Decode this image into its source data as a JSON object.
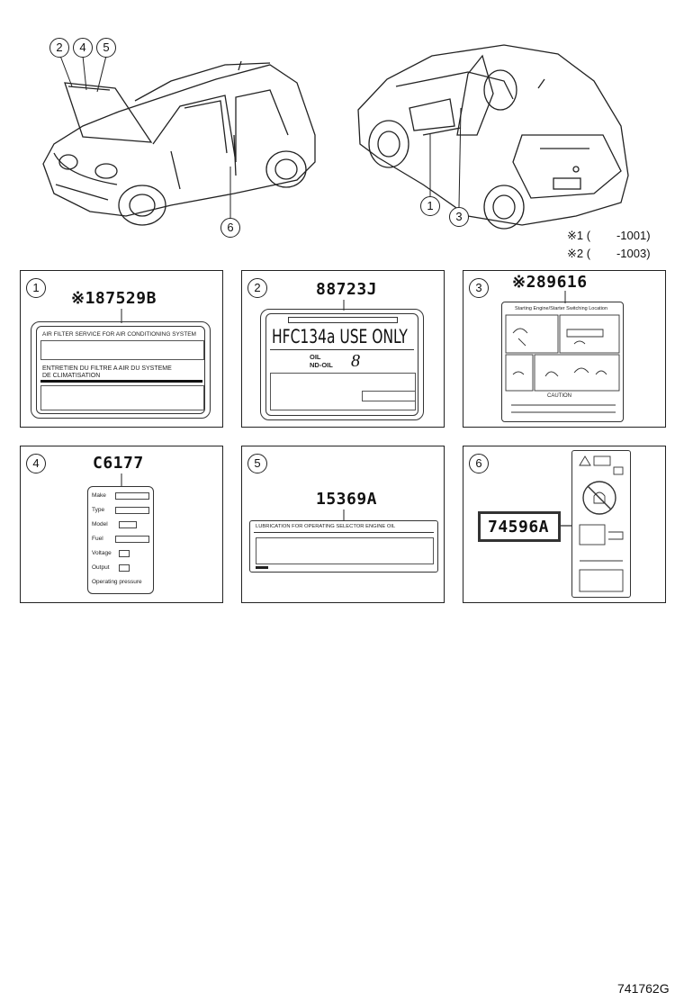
{
  "figure_code": "741762G",
  "notes": [
    {
      "mark": "※1",
      "text": "(        -1001)"
    },
    {
      "mark": "※2",
      "text": "(        -1003)"
    }
  ],
  "car_callouts": [
    "2",
    "4",
    "5",
    "6",
    "1",
    "3"
  ],
  "panels": [
    {
      "num": "1",
      "part": "※187529B",
      "label_lines": [
        "AIR FILTER SERVICE FOR AIR CONDITIONING SYSTEM",
        "ENTRETIEN DU FILTRE A AIR DU SYSTEME",
        "DE CLIMATISATION"
      ]
    },
    {
      "num": "2",
      "part": "88723J",
      "label_main": "HFC134a USE ONLY",
      "label_oil": "OIL",
      "label_nd": "ND-OIL",
      "label_num": "8"
    },
    {
      "num": "3",
      "part": "※289616",
      "label_header": "Starting Engine/Starter Switching Location",
      "label_caution": "CAUTION"
    },
    {
      "num": "4",
      "part": "C6177",
      "fields": [
        "Make",
        "Type",
        "Model",
        "Fuel",
        "Voltage",
        "Output",
        "Operating pressure"
      ]
    },
    {
      "num": "5",
      "part": "15369A",
      "label_header": "LUBRICATION FOR OPERATING SELECTOR ENGINE OIL"
    },
    {
      "num": "6",
      "part": "74596A"
    }
  ]
}
